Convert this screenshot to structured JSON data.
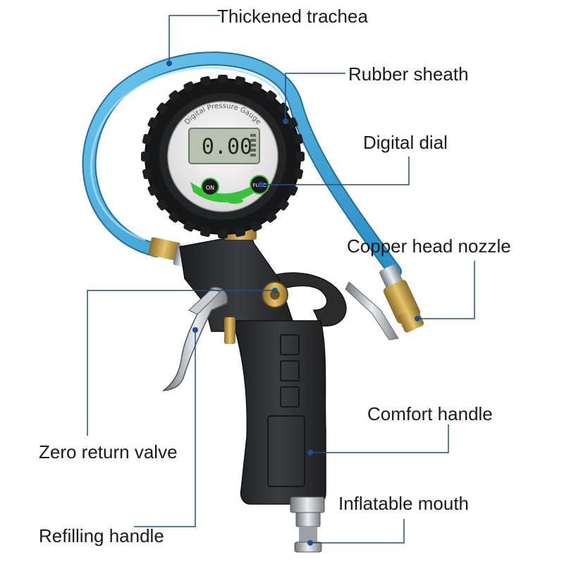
{
  "callouts": {
    "thickened_trachea": "Thickened trachea",
    "rubber_sheath": "Rubber sheath",
    "digital_dial": "Digital dial",
    "copper_head_nozzle": "Copper head nozzle",
    "comfort_handle": "Comfort handle",
    "zero_return_valve": "Zero return valve",
    "inflatable_mouth": "Inflatable mouth",
    "refilling_handle": "Refilling handle"
  },
  "gauge": {
    "brand_text": "Digital Pressure Gauge",
    "reading": "0.00",
    "button_on": "ON",
    "button_func": "FUNC"
  },
  "colors": {
    "hose": "#3aa4d8",
    "leader_line": "#1f4f8a",
    "body": "#2b2d2f",
    "brass": "#c9a24a"
  }
}
